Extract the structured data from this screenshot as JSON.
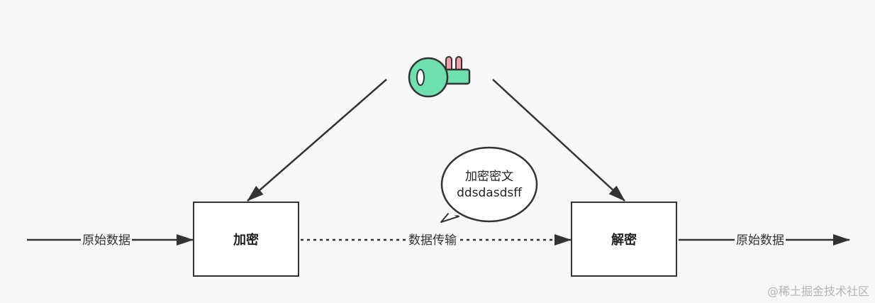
{
  "nodes": {
    "encrypt": {
      "label": "加密"
    },
    "decrypt": {
      "label": "解密"
    }
  },
  "edges": {
    "input": {
      "label": "原始数据"
    },
    "transfer": {
      "label": "数据传输",
      "style": "dotted"
    },
    "output": {
      "label": "原始数据"
    }
  },
  "bubble": {
    "line1": "加密密文",
    "line2": "ddsdasdsff"
  },
  "key": {
    "icon": "key-icon"
  },
  "watermark": "@稀土掘金技术社区",
  "colors": {
    "stroke": "#333333",
    "key_body": "#6ee0b0",
    "key_teeth": "#f0a0a8",
    "background": "#f7f7f7"
  }
}
